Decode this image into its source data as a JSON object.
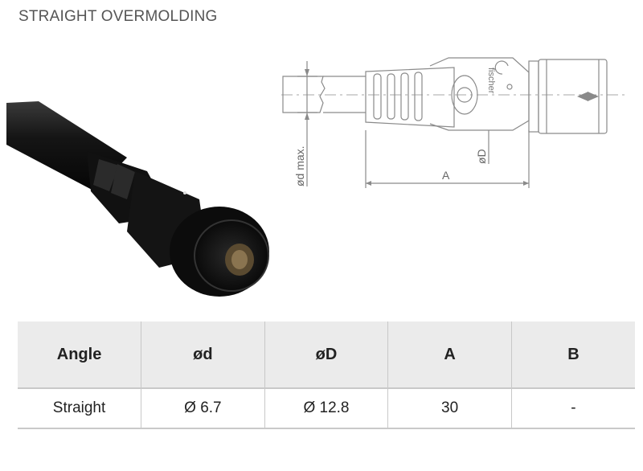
{
  "page": {
    "title": "STRAIGHT OVERMOLDING"
  },
  "drawing": {
    "labels": {
      "cable_diameter": "ød max.",
      "body_diameter": "øD",
      "length": "A"
    },
    "brand": "fischer"
  },
  "table": {
    "headers": [
      "Angle",
      "ød",
      "øD",
      "A",
      "B"
    ],
    "rows": [
      [
        "Straight",
        "Ø 6.7",
        "Ø 12.8",
        "30",
        "-"
      ]
    ]
  },
  "colors": {
    "header_bg": "#ebebeb",
    "rule": "#c9c9c9",
    "line": "#8a8a8a"
  }
}
